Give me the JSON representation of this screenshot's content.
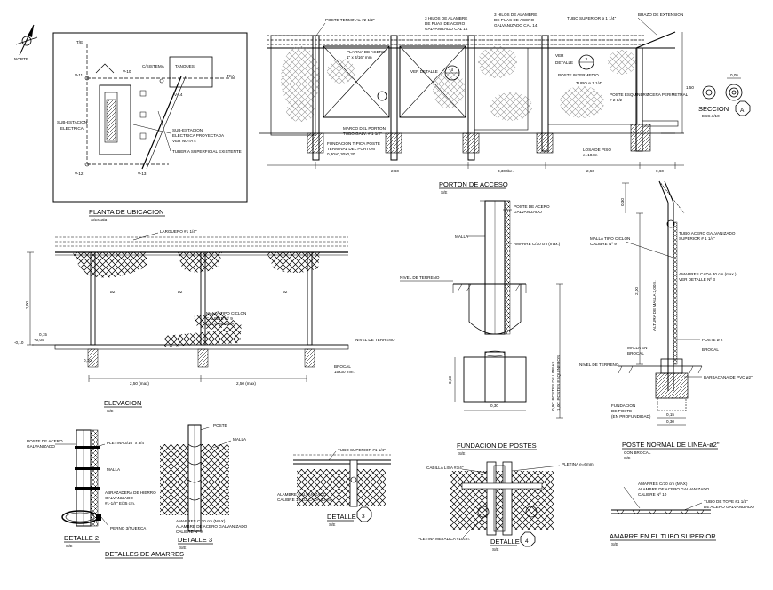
{
  "site_plan": {
    "north_label": "NORTE",
    "marker_te": "T/E",
    "tanque": "TANQUES",
    "tank_short": "TKA",
    "v11": "V-11",
    "v10": "V-10",
    "v12": "V-12",
    "v14": "V-14",
    "v13": "V-13",
    "door_tag": "C/SISTEMA",
    "sub_estacion": "SUB-ESTACION",
    "electrica": "ELECTRICA",
    "callout_1": "SUB-ESTACION",
    "callout_2": "ELECTRICA PROYECTADA",
    "callout_3": "VER NOTA 4",
    "callout_4": "TUBERIA SUPERFICIAL EXISTENTE",
    "title": "PLANTA DE UBICACION",
    "scale": "S/Escala"
  },
  "gate": {
    "poste_terminal": "POSTE TERMINAL #2 1/2\"",
    "hilos_1": "3 HILOS DE ALAMBRE",
    "hilos_2": "DE PUAS DE ACERO",
    "hilos_3": "GALVANIZADO CAL 14",
    "hilos_b1": "3 HILOS DE ALAMBRE",
    "hilos_b2": "DE PUAS DE ACERO",
    "hilos_b3": "GALVANIZADO CAL 14",
    "tubo_superior": "TUBO SUPERIOR ø 1 1/4\"",
    "brazo": "BRAZO DE EXTENSION",
    "platina": "PLATINA DE ACERO",
    "platina_2": "1\" x 3/16\" mm",
    "ver_detalle": "VER DETALLE",
    "detalle_num_4": "4",
    "detalle_num_3": "3",
    "marco_1": "MARCO DEL PORTON",
    "marco_2": "TUBO GALV. # 1 1/2\"",
    "fund_1": "FUNDACION TIPICA POSTE",
    "fund_2": "TERMINAL DEL PORTON",
    "fund_3": "0,30x0,30x0,30",
    "poste_intermedio": "POSTE INTERMEDIO",
    "tubo_2": "TUBO ø 1 1/4\"",
    "poste_esquinero": "POSTE ESQUINERO",
    "poste_esq_2": "# 2 1/2",
    "acera": "ACERA PERIMETRAL",
    "losa_1": "LOSA DE PISO",
    "losa_2": "e=10cm",
    "ver_detalle_2": "VER",
    "ver_detalle_3": "DETALLE",
    "dim_1": "2,60",
    "dim_2": "3,30 tbe.",
    "dim_3": "2,50",
    "dim_4": "0,60",
    "dim_5": "1,50"
  },
  "seccion": {
    "title": "SECCION",
    "letter": "A",
    "scale": "ESC.1/10",
    "dim": "0,05"
  },
  "elevation": {
    "larguero": "LARGUERO #1 1/4\"",
    "malla_1": "MALLA TIPO CICLON",
    "malla_2": "CALIBRE Nº 9",
    "malla_3": "GALVANIZADA",
    "nivel": "NIVEL DE TERRENO",
    "brocal_1": "BROCAL",
    "brocal_2": "15x30 mm.",
    "p2a": "ø2\"",
    "p2b": "ø2\"",
    "p2c": "ø2\"",
    "h_total": "2,00",
    "h_a": "0,15",
    "h_b": "+0,05",
    "h_c": "-0,10",
    "h_d": "0,10",
    "span_1": "2,50 (max)",
    "span_2": "2,50 (max)",
    "title": "ELEVACION",
    "scale": "S/E"
  },
  "porton_acceso": {
    "title": "PORTON DE ACCESO",
    "scale": "S/E",
    "poste_1": "POSTE DE ACERO",
    "poste_2": "GALVANIZADO",
    "malla": "MALLA",
    "amarre": "AMARRE C/30 cm (max.)",
    "nivel": "NIVEL DE TERRENO",
    "side_1": "0,80: POSTES DE LINEAS",
    "side_2": "1,00: POSTES ESQUINEROS",
    "dim": "0,30",
    "found_title": "FUNDACION DE POSTES",
    "found_scale": "S/E"
  },
  "poste_normal": {
    "d1": "0,30",
    "tubo_1": "TUBO ACERO GALVANIZADO",
    "tubo_2": "SUPERIOR # 1 1/4\"",
    "malla_1": "MALLA TIPO CICLON",
    "malla_2": "CALIBRE Nº 9",
    "amarres_1": "AMARRES CADA 30 cm (max.)",
    "amarres_2": "VER DETALLE Nº 3",
    "altura": "ALTURA DE MALLA 2,00m.",
    "d2": "2,00",
    "poste": "POSTE ø 2\"",
    "brocal": "BROCAL",
    "malla_en_1": "MALLA EN",
    "malla_en_2": "BROCAL",
    "nivel": "NIVEL DE TERRENO",
    "barbacana": "BARBACANA DE PVC ø2\"",
    "fund_1": "FUNDACION",
    "fund_2": "DE POSTE",
    "fund_3": "(EN PROFUNDIDAD)",
    "d3": "0,15",
    "d4": "0,30",
    "title": "POSTE NORMAL DE LINEA-ø2\"",
    "sub": "CON BROCAL",
    "scale": "S/E"
  },
  "detalle_2": {
    "poste_1": "POSTE DE ACERO",
    "poste_2": "GALVANIZADO",
    "pletina": "PLETINA 3/16\" x 3/4\"",
    "malla": "MALLA",
    "abraz_1": "ABRAZADERA DE HIERRO",
    "abraz_2": "GALVANIZADO",
    "abraz_3": "#1-1/8\" E/35 cm.",
    "perno": "PERNO 3/TUERCA",
    "title": "DETALLE 2",
    "scale": "S/E"
  },
  "detalle_3": {
    "poste": "POSTE",
    "malla": "MALLA",
    "am_1": "AMARRES C/30 cm (MAX)",
    "am_2": "ALAMBRE DE ACERO GALVANIZADO",
    "am_3": "CALIBRE Nº 9",
    "title": "DETALLE 3",
    "scale": "S/E"
  },
  "detalles_amarres": "DETALLES DE AMARRES",
  "detalle_3b": {
    "tubo": "TUBO SUPERIOR #1 1/4\"",
    "alambre_1": "ALAMBRE GALVANIZADO",
    "alambre_2": "CALIBRE 16 1/2 CADA 30 cm",
    "title": "DETALLE",
    "num": "3",
    "scale": "S/E"
  },
  "detalle_4": {
    "cabilla": "CABILLA LISA #3/4\"",
    "pletina": "PLETINA e=6mm.",
    "pletina_metalica": "PLETINA METALICA #10cm.",
    "title": "DETALLE",
    "num": "4",
    "scale": "S/E"
  },
  "amarre": {
    "a_1": "AMARRES C/30 cm (MAX)",
    "a_2": "ALAMBRE DE ACERO GALVANIZADO",
    "a_3": "CALIBRE Nº 10",
    "tubo_1": "TUBO DE TOPE #1 1/4\"",
    "tubo_2": "DE ACERO GALVANIZADO",
    "title": "AMARRE EN EL TUBO SUPERIOR",
    "scale": "S/E"
  }
}
